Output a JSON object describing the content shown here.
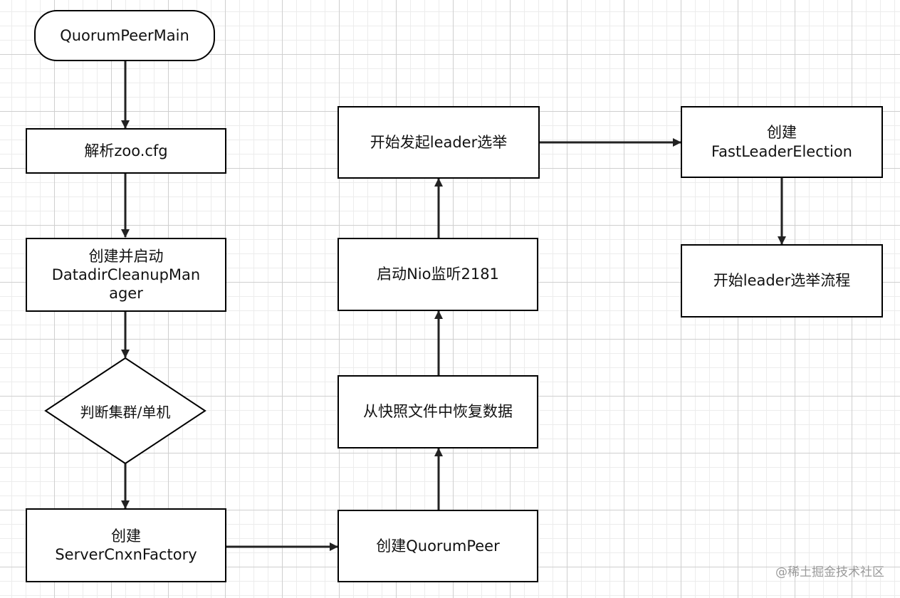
{
  "nodes": {
    "start": "QuorumPeerMain",
    "parse": "解析zoo.cfg",
    "cleanup": "创建并启动\nDatadirCleanupMan\nager",
    "decision": "判断集群/单机",
    "cnxn": "创建\nServerCnxnFactory",
    "quorum": "创建QuorumPeer",
    "restore": "从快照文件中恢复数据",
    "nio": "启动Nio监听2181",
    "elect_start": "开始发起leader选举",
    "fle": "创建\nFastLeaderElection",
    "elect_flow": "开始leader选举流程"
  },
  "watermark": "@稀土掘金技术社区"
}
